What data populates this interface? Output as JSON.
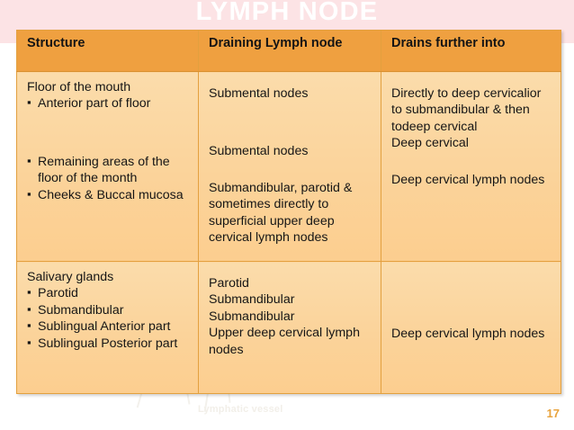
{
  "slide": {
    "title": "LYMPH NODE",
    "number": "17",
    "watermark_label": "Lymphatic vessel",
    "accent_color": "#efa040",
    "body_color": "#fbd59e",
    "title_band_color": "#fce3e5",
    "number_color": "#e8a33d"
  },
  "table": {
    "headers": [
      "Structure",
      "Draining Lymph node",
      "Drains further into"
    ],
    "rows": [
      {
        "structure": {
          "lead": "Floor of the mouth",
          "bullets": [
            "Anterior part of floor",
            "Remaining areas of the floor of the month",
            "Cheeks & Buccal mucosa"
          ]
        },
        "draining": [
          "Submental nodes",
          "Submental nodes",
          "Submandibular, parotid & sometimes directly to superficial upper deep cervical lymph nodes"
        ],
        "drains_into": [
          "Directly to deep cervicalior to submandibular & then todeep cervical",
          "Deep cervical",
          "Deep cervical lymph nodes"
        ]
      },
      {
        "structure": {
          "lead": "Salivary glands",
          "bullets": [
            "Parotid",
            "Submandibular",
            "Sublingual Anterior part",
            "Sublingual Posterior part"
          ]
        },
        "draining": [
          "Parotid",
          "Submandibular",
          "Submandibular",
          "Upper deep cervical lymph nodes"
        ],
        "drains_into": [
          "Deep cervical lymph nodes"
        ]
      }
    ]
  }
}
